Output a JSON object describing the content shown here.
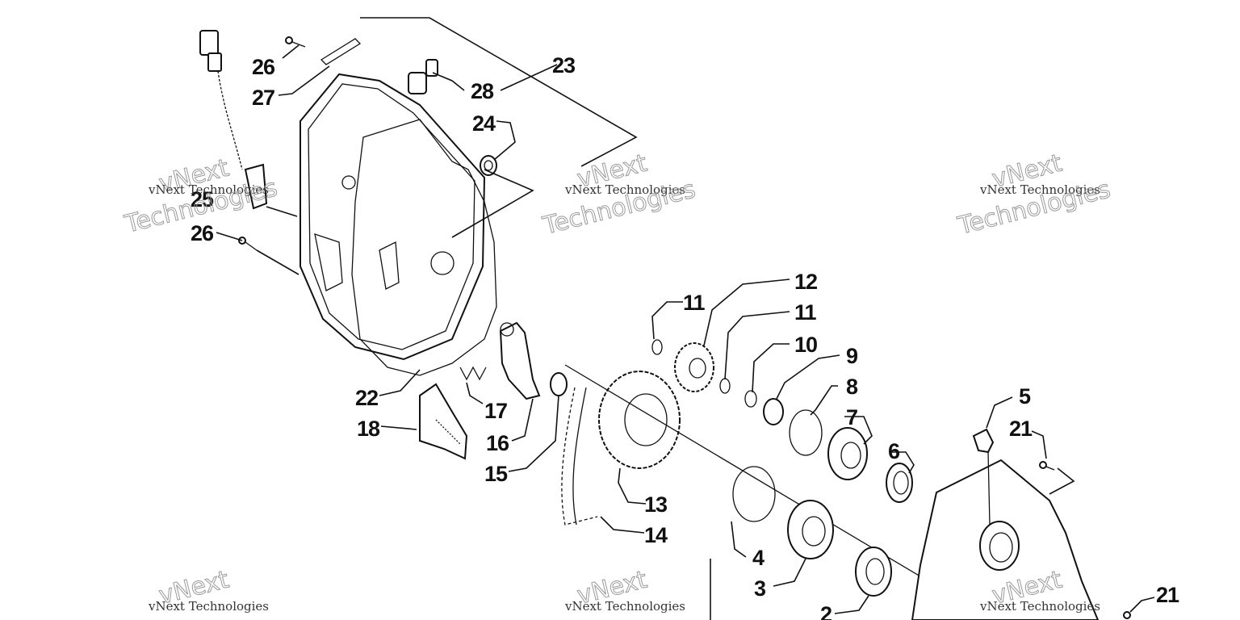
{
  "diagram": {
    "callouts": [
      "26",
      "27",
      "28",
      "23",
      "24",
      "25",
      "26",
      "22",
      "17",
      "18",
      "16",
      "15",
      "11",
      "12",
      "11",
      "10",
      "9",
      "8",
      "7",
      "6",
      "5",
      "21",
      "13",
      "14",
      "4",
      "3",
      "2",
      "21"
    ],
    "watermark": {
      "line1": "vNext Technologies",
      "line2": "vNext",
      "line3": "Technologies"
    }
  }
}
